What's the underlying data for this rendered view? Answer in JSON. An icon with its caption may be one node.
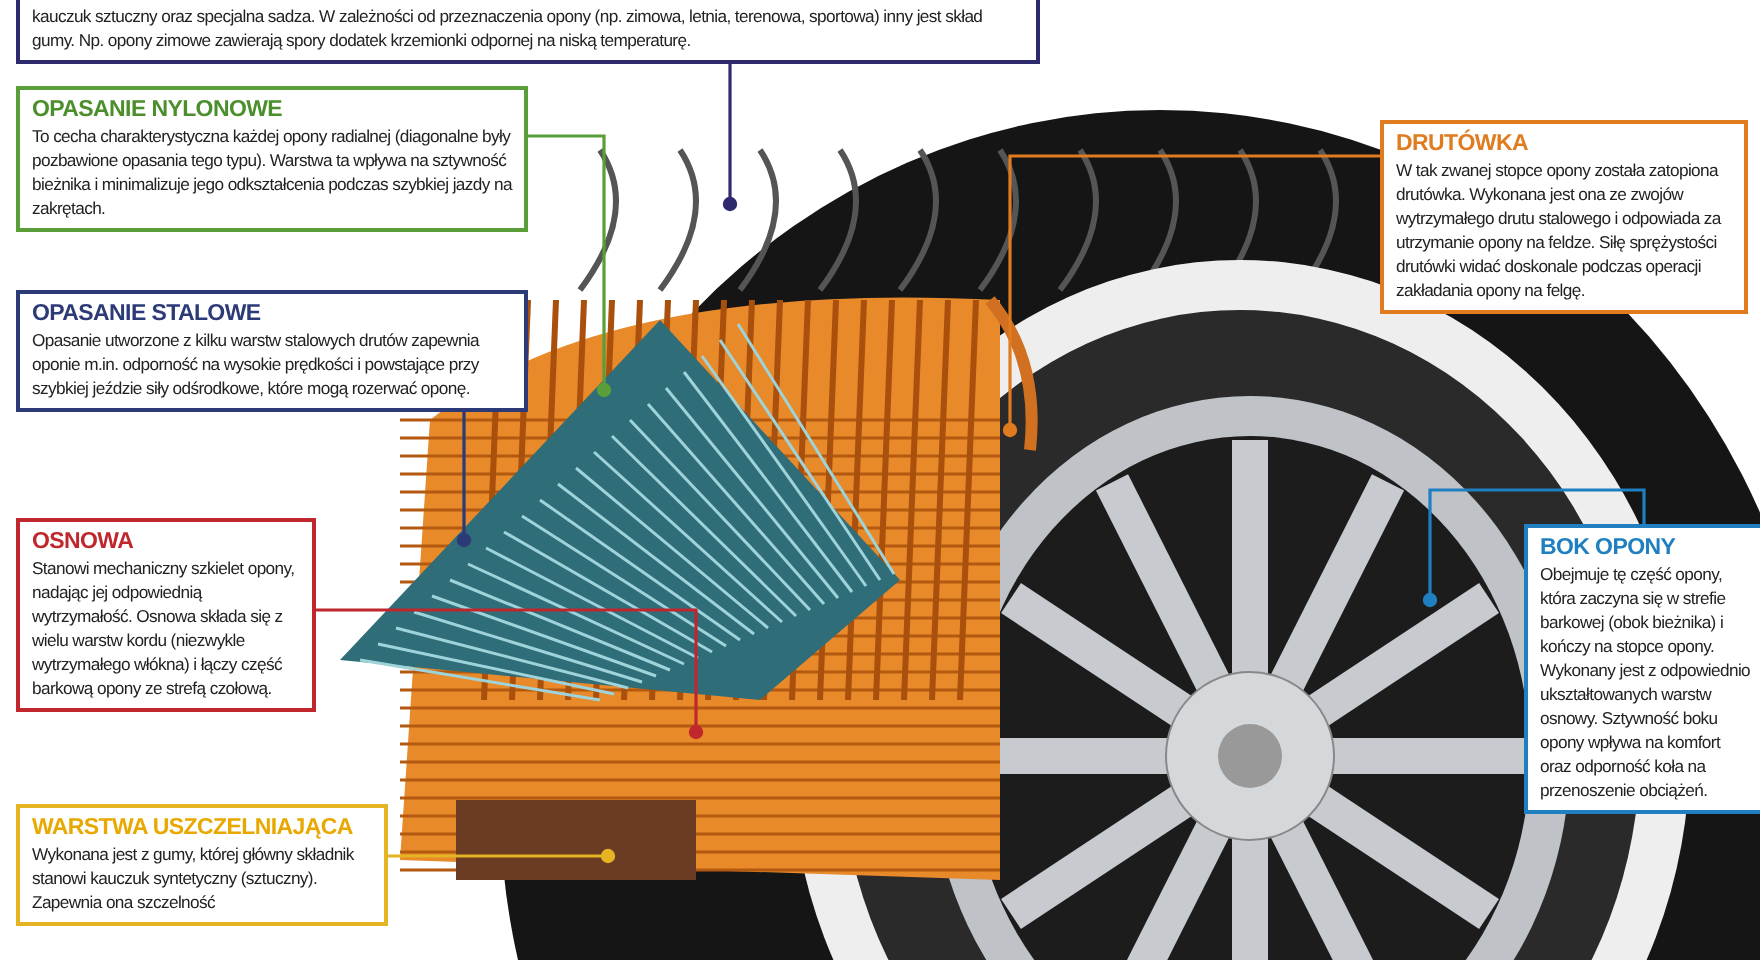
{
  "diagram": {
    "nodes": [
      {
        "text": [
          "kauczuk sztuczny oraz specjalna sadza. W zależności od przeznaczenia opony (np. zimowa, letnia, terenowa, sportowa) inny jest skład gumy. Np. opony zimowe zawierają spory dodatek krzemionki odpornej na niską temperaturę."
        ]
      },
      {
        "text": [
          "OPASANIE NYLONOWE",
          "To cecha charakterystyczna każdej opony radialnej (diagonalne były pozbawione opasania tego typu). Warstwa ta wpływa na sztywność bieżnika i minimalizuje jego odkształcenia podczas szybkiej jazdy na zakrętach."
        ]
      },
      {
        "text": [
          "OPASANIE STALOWE",
          "Opasanie utworzone z kilku warstw stalowych drutów zapewnia oponie m.in. odporność na wysokie prędkości i powstające przy szybkiej jeździe siły odśrodkowe, które mogą rozerwać oponę."
        ]
      },
      {
        "text": [
          "OSNOWA",
          "Stanowi mechaniczny szkielet opony, nadając jej odpowiednią wytrzymałość. Osnowa składa się z wielu warstw kordu (niezwykle wytrzymałego włókna) i łączy część barkową opony ze strefą czołową."
        ]
      },
      {
        "text": [
          "WARSTWA USZCZELNIAJĄCA",
          "Wykonana jest z gumy, której główny składnik stanowi kauczuk syntetyczny (sztuczny). Zapewnia ona szczelność"
        ]
      },
      {
        "text": [
          "DRUTÓWKA",
          "W tak zwanej stopce opony została zatopiona drutówka. Wykonana jest ona ze zwojów wytrzymałego drutu stalowego i odpowiada za utrzymanie opony na feldze. Siłę sprężystości drutówki widać doskonale podczas operacji zakładania opony na felgę."
        ]
      },
      {
        "text": [
          "BOK OPONY",
          "Obejmuje tę część opony, która zaczyna się w strefie barkowej (obok bieżnika) i kończy na stopce opony. Wykonany jest z odpowiednio ukształtowanych warstw osnowy. Sztywność boku opony wpływa na komfort oraz odporność koła na przenoszenie obciążeń."
        ]
      }
    ],
    "edges": [
      {
        "from": 0,
        "to": null,
        "arrow": "other",
        "color": "#2e2a6e"
      },
      {
        "from": 1,
        "to": null,
        "arrow": "other",
        "color": "#5a9e3a"
      },
      {
        "from": 2,
        "to": null,
        "arrow": "other",
        "color": "#2d3a78"
      },
      {
        "from": 3,
        "to": null,
        "arrow": "other",
        "color": "#c0272d"
      },
      {
        "from": 4,
        "to": null,
        "arrow": "other",
        "color": "#e6b422"
      },
      {
        "from": 5,
        "to": null,
        "arrow": "other",
        "color": "#e07b1f"
      },
      {
        "from": 6,
        "to": null,
        "arrow": "other",
        "color": "#1f7fc1"
      }
    ]
  }
}
